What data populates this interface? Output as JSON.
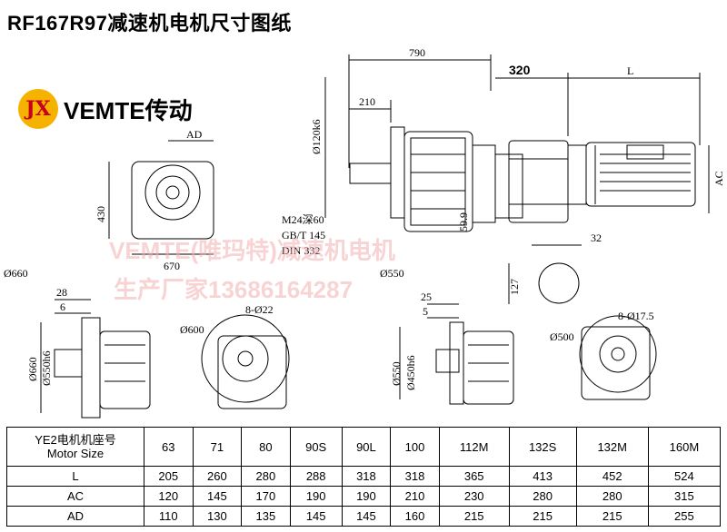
{
  "title": "RF167R97减速机电机尺寸图纸",
  "brand": {
    "logo_text": "JX",
    "name": "VEMTE传动"
  },
  "watermark": {
    "line1": "VEMTE(唯玛特)减速机电机",
    "line2": "生产厂家13686164287"
  },
  "dimensions": {
    "d790": "790",
    "d320": "320",
    "dL": "L",
    "d210": "210",
    "d120": "Ø120k6",
    "dAC": "AC",
    "dAD": "AD",
    "d430": "430",
    "d670": "670",
    "m24": "M24深60",
    "gbt": "GB/T 145",
    "din": "DIN 332",
    "d599": "59.9",
    "d32": "32",
    "d127": "127",
    "d660": "Ø660",
    "d550": "Ø550",
    "d28": "28",
    "d6": "6",
    "d660b": "Ø660",
    "d550b": "Ø550h6",
    "d600": "Ø600",
    "d8_22": "8-Ø22",
    "d25": "25",
    "d5": "5",
    "d550c": "Ø550",
    "d450": "Ø450h6",
    "d500": "Ø500",
    "d8_17": "8-Ø17.5"
  },
  "table": {
    "header_line1": "YE2电机机座号",
    "header_line2": "Motor Size",
    "sizes": [
      "63",
      "71",
      "80",
      "90S",
      "90L",
      "100",
      "112M",
      "132S",
      "132M",
      "160M"
    ],
    "rows": [
      {
        "label": "L",
        "values": [
          "205",
          "260",
          "280",
          "288",
          "318",
          "318",
          "365",
          "413",
          "452",
          "524"
        ]
      },
      {
        "label": "AC",
        "values": [
          "120",
          "145",
          "170",
          "190",
          "190",
          "210",
          "230",
          "280",
          "280",
          "315"
        ]
      },
      {
        "label": "AD",
        "values": [
          "110",
          "130",
          "135",
          "145",
          "145",
          "160",
          "215",
          "215",
          "215",
          "255"
        ]
      }
    ]
  }
}
